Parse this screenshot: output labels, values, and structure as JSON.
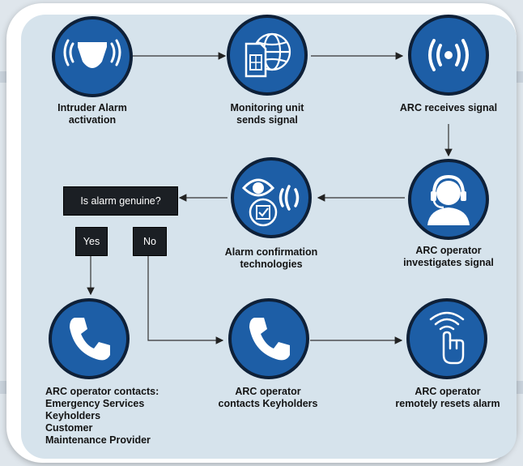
{
  "colors": {
    "node_fill": "#1d5ea6",
    "node_border": "#0e2038",
    "panel_bg": "#d6e3ec",
    "box_bg": "#1b1f24"
  },
  "nodes": {
    "intruder_alarm": {
      "label": "Intruder Alarm\nactivation",
      "icon": "alarm-siren-icon"
    },
    "monitoring_unit": {
      "label": "Monitoring unit\nsends signal",
      "icon": "sim-globe-icon"
    },
    "arc_receives": {
      "label": "ARC receives signal",
      "icon": "signal-waves-icon"
    },
    "arc_investigates": {
      "label": "ARC operator\ninvestigates signal",
      "icon": "operator-headset-icon"
    },
    "confirmation": {
      "label": "Alarm confirmation\ntechnologies",
      "icon": "eye-check-icon"
    },
    "contacts_services": {
      "label": "ARC operator contacts:\nEmergency Services\nKeyholders\nCustomer\nMaintenance Provider",
      "icon": "phone-icon"
    },
    "contacts_keyholders": {
      "label": "ARC operator\ncontacts Keyholders",
      "icon": "phone-icon"
    },
    "remote_reset": {
      "label": "ARC operator\nremotely resets alarm",
      "icon": "finger-tap-icon"
    }
  },
  "decision": {
    "question": "Is alarm genuine?",
    "yes": "Yes",
    "no": "No"
  }
}
